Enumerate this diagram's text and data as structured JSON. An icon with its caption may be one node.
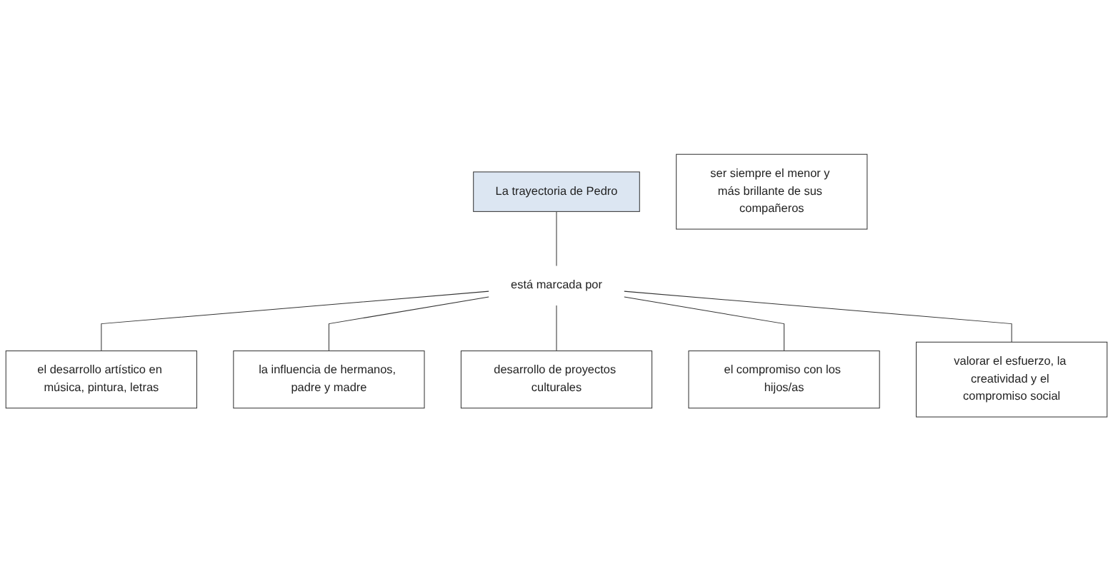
{
  "diagram": {
    "nodes": [
      {
        "text": [
          "La trayectoria de Pedro"
        ]
      },
      {
        "text": [
          "está marcada por"
        ]
      },
      {
        "text": [
          "el desarrollo artístico en música, pintura, letras"
        ]
      },
      {
        "text": [
          "la influencia de hermanos, padre y madre"
        ]
      },
      {
        "text": [
          "ser siempre el menor y más brillante de sus compañeros"
        ]
      },
      {
        "text": [
          "desarrollo de proyectos culturales"
        ]
      },
      {
        "text": [
          "valorar el esfuerzo, la creatividad y el compromiso social"
        ]
      },
      {
        "text": [
          "el compromiso con los hijos/as"
        ]
      }
    ],
    "edges": [
      {
        "from": 0,
        "to": 1,
        "arrow": "none"
      },
      {
        "from": 1,
        "to": 2,
        "arrow": "none"
      },
      {
        "from": 1,
        "to": 3,
        "arrow": "none"
      },
      {
        "from": 1,
        "to": 5,
        "arrow": "none"
      },
      {
        "from": 1,
        "to": 7,
        "arrow": "none"
      },
      {
        "from": 1,
        "to": 6,
        "arrow": "none"
      }
    ]
  }
}
